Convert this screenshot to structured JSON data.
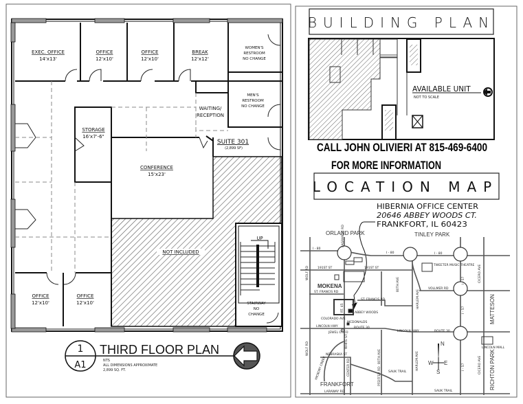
{
  "floor_plan": {
    "rooms": {
      "exec_office": {
        "name": "EXEC. OFFICE",
        "size": "14'x13'"
      },
      "office_1": {
        "name": "OFFICE",
        "size": "12'x10'"
      },
      "office_2": {
        "name": "OFFICE",
        "size": "12'x10'"
      },
      "break": {
        "name": "BREAK",
        "size": "12'x12'"
      },
      "womens_restroom": {
        "line1": "WOMEN'S",
        "line2": "RESTROOM",
        "line3": "NO CHANGE"
      },
      "mens_restroom": {
        "line1": "MEN'S",
        "line2": "RESTROOM",
        "line3": "NO CHANGE"
      },
      "waiting": {
        "line1": "WAITING/",
        "line2": "RECEPTION"
      },
      "storage": {
        "name": "STORAGE",
        "size": "16'x7'-6\""
      },
      "conference": {
        "name": "CONFERENCE",
        "size": "15'x23'"
      },
      "suite": {
        "name": "SUITE 301",
        "area": "(2,899 SF)"
      },
      "not_included": "NOT INCLUDED",
      "stair_up": "UP",
      "stairway": {
        "line1": "STAIRWAY",
        "line2": "NO",
        "line3": "CHANGE"
      },
      "office_3": {
        "name": "OFFICE",
        "size": "12'x10'"
      },
      "office_4": {
        "name": "OFFICE",
        "size": "12'x10'"
      }
    },
    "title_block": {
      "detail_number": "1",
      "sheet": "A1",
      "title": "THIRD FLOOR PLAN",
      "note1": "NTS",
      "note2": "ALL DIMENSIONS APPROXIMATE",
      "note3": "2,899 SQ. FT."
    }
  },
  "building_plan": {
    "heading": "BUILDING PLAN",
    "available_unit": "AVAILABLE UNIT",
    "scale_note": "NOT TO SCALE"
  },
  "contact": {
    "line1": "CALL JOHN OLIVIERI AT 815-469-6400",
    "line2": "FOR MORE INFORMATION"
  },
  "location_map": {
    "heading": "LOCATION MAP",
    "address": {
      "name": "HIBERNIA OFFICE CENTER",
      "street": "20646 ABBEY WOODS CT.",
      "city": "FRANKFORT, IL  60423"
    },
    "labels": {
      "orland_park": "ORLAND PARK",
      "tinley_park": "TINLEY PARK",
      "i80_a": "I - 80",
      "i80_b": "I - 80",
      "i80_c": "I - 80",
      "st191_a": "191ST ST",
      "st191_b": "191ST ST",
      "tweeter": "TWEETER MUSIC THEATRE",
      "mokena": "MOKENA",
      "st_francis_a": "ST. FRANCIS RD",
      "st_francis_b": "ST. FRANCIS RD",
      "abbey_woods": "ABBEY WOODS",
      "colorado": "COLORADO AVE",
      "mcdonalds": "MCDONALDS",
      "route30_a": "ROUTE 30",
      "route30_b": "ROUTE 30",
      "lincoln_hwy_a": "LINCOLN HWY",
      "lincoln_hwy_b": "LINCOLN HWY",
      "jewel": "JEWEL OSCO",
      "vollmer": "VOLLMER RD",
      "ave80_a": "80TH AVE",
      "ave80_b": "80TH AVE",
      "harlem_a": "HARLEM AVE",
      "harlem_b": "HARLEM AVE",
      "i57_a": "I - 57",
      "i57_b": "I - 57",
      "i57_c": "I - 57",
      "cicero_a": "CICERO AVE",
      "cicero_b": "CICERO AVE",
      "matteson": "MATTESON",
      "richton_park": "RICHTON PARK",
      "lincoln_mall": "LINCOLN MALL",
      "wolf_a": "WOLF RD",
      "wolf_b": "WOLF RD",
      "lagrange": "LAGRANGE RD",
      "rt45": "RT. 45",
      "hickory": "HICKORY CREEK",
      "white_st": "WHITE ST",
      "nebraska": "NEBRASKA ST",
      "center_rd": "CENTER RD",
      "pfeiffer": "PFEIFFER RD",
      "sauk_a": "SAUK TRAIL",
      "sauk_b": "SAUK TRAIL",
      "frankfort": "FRANKFORT",
      "laraway": "LARAWAY RD"
    },
    "compass": {
      "n": "N",
      "s": "S",
      "e": "E",
      "w": "W"
    }
  }
}
